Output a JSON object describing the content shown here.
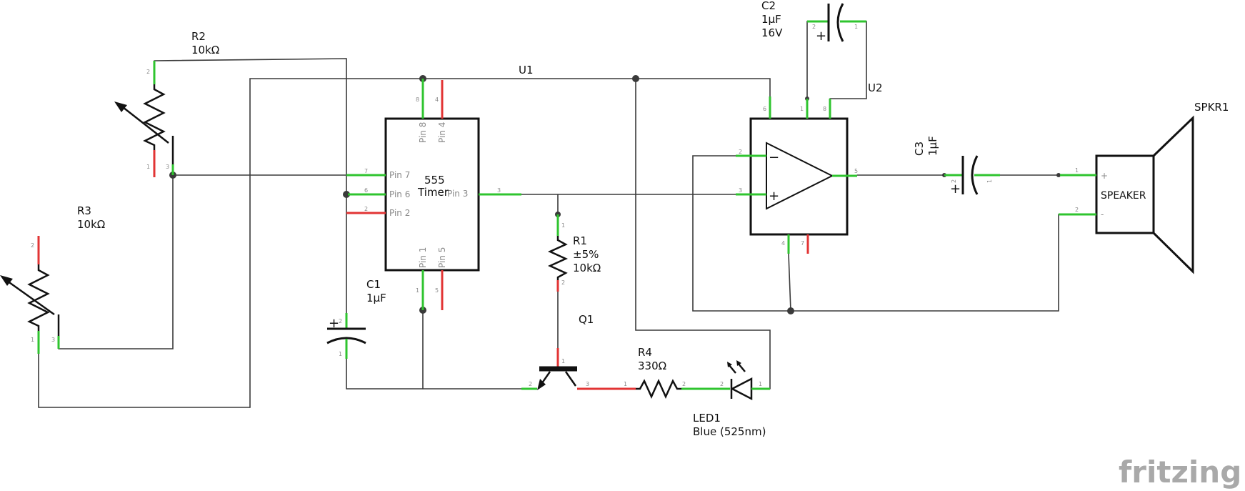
{
  "components": {
    "r2": {
      "ref": "R2",
      "value": "10kΩ"
    },
    "r3": {
      "ref": "R3",
      "value": "10kΩ"
    },
    "u1": {
      "ref": "U1",
      "line1": "555",
      "line2": "Timer",
      "pins": [
        "Pin 8",
        "Pin 4",
        "Pin 7",
        "Pin 6",
        "Pin 2",
        "Pin 3",
        "Pin 1",
        "Pin 5"
      ]
    },
    "c1": {
      "ref": "C1",
      "value": "1µF"
    },
    "c2": {
      "ref": "C2",
      "value": "1µF",
      "voltage": "16V"
    },
    "c3": {
      "ref": "C3",
      "value": "1µF"
    },
    "r1": {
      "ref": "R1",
      "tolerance": "±5%",
      "value": "10kΩ"
    },
    "q1": {
      "ref": "Q1"
    },
    "r4": {
      "ref": "R4",
      "value": "330Ω"
    },
    "led1": {
      "ref": "LED1",
      "value": "Blue (525nm)"
    },
    "u2": {
      "ref": "U2"
    },
    "spkr1": {
      "ref": "SPKR1",
      "label": "SPEAKER",
      "plus": "+",
      "minus": "-"
    }
  },
  "pin_numbers": {
    "r2_top": "2",
    "r2_bot": "1",
    "r2_wiper": "3",
    "r3_top": "2",
    "r3_bot": "1",
    "r3_wiper": "3",
    "u1_8": "8",
    "u1_4": "4",
    "u1_7": "7",
    "u1_6": "6",
    "u1_2": "2",
    "u1_3": "3",
    "u1_1": "1",
    "u1_5": "5",
    "c1_top": "2",
    "c1_bot": "1",
    "c2_left": "2",
    "c2_right": "1",
    "c3_left": "2",
    "c3_right": "1",
    "r1_top": "1",
    "r1_bot": "2",
    "q1_base": "1",
    "q1_emitter": "2",
    "q1_collector": "3",
    "r4_left": "1",
    "r4_right": "2",
    "led_left": "2",
    "led_right": "1",
    "u2_6": "6",
    "u2_1": "1",
    "u2_8": "8",
    "u2_2": "2",
    "u2_3": "3",
    "u2_5": "5",
    "u2_4": "4",
    "u2_7": "7",
    "spk_1": "1",
    "spk_2": "2"
  },
  "polarity": {
    "plus": "+",
    "minus": "−"
  },
  "branding": {
    "logo": "fritzing"
  },
  "colors": {
    "wire": "#3a3a3a",
    "connected_pin": "#2fc42f",
    "unconnected_pin": "#e23434",
    "logo": "#a9a9a9"
  }
}
